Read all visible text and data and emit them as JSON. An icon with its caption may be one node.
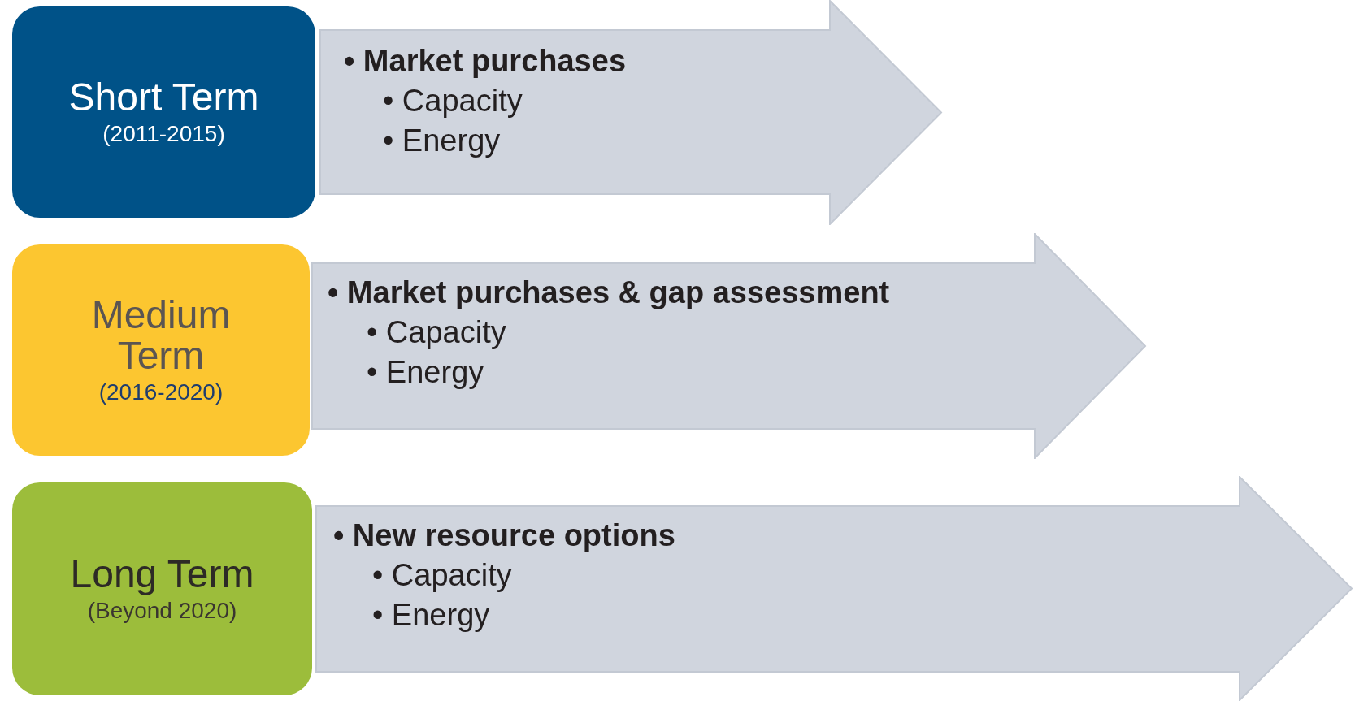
{
  "diagram": {
    "nodes": [
      {
        "text": [
          "Short Term",
          "(2011-2015)"
        ]
      },
      {
        "text": [
          "• Market purchases",
          "• Capacity",
          "• Energy"
        ]
      },
      {
        "text": [
          "Medium Term",
          "(2016-2020)"
        ]
      },
      {
        "text": [
          "• Market purchases & gap assessment",
          "• Capacity",
          "• Energy"
        ]
      },
      {
        "text": [
          "Long Term",
          "(Beyond 2020)"
        ]
      },
      {
        "text": [
          "• New resource options",
          "• Capacity",
          "• Energy"
        ]
      }
    ]
  }
}
